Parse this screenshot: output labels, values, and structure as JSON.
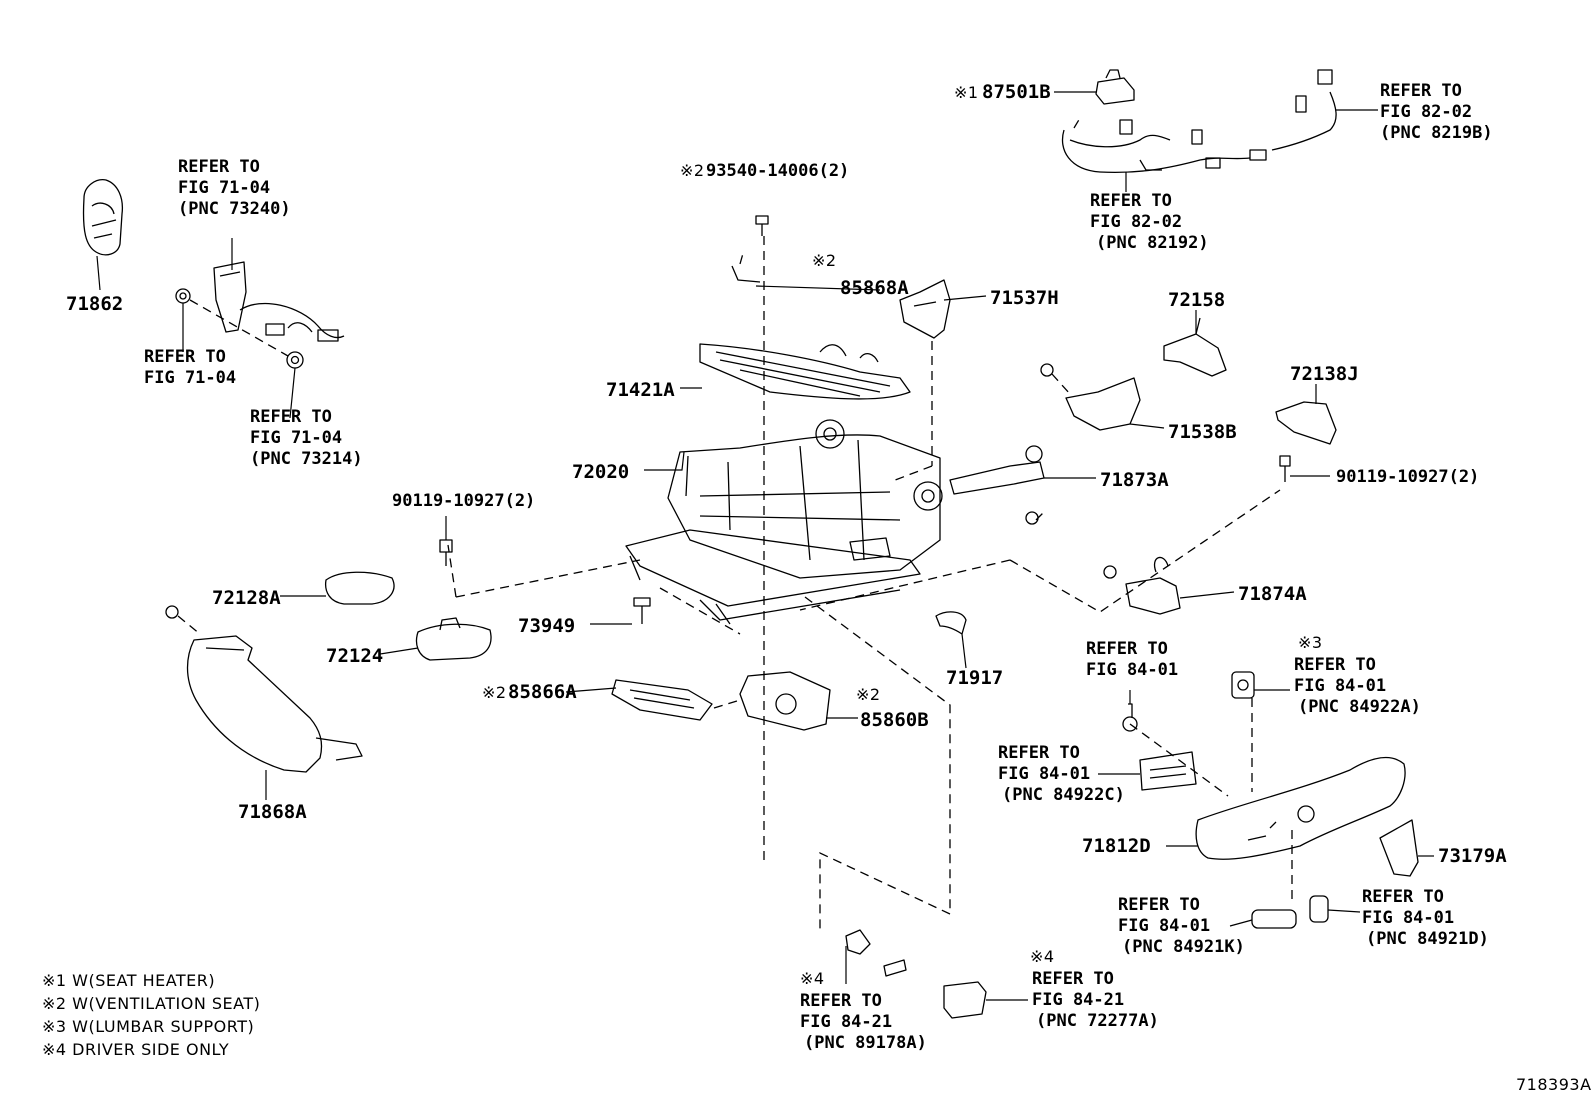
{
  "callouts": {
    "p71862": "71862",
    "p73240": [
      "REFER TO",
      "FIG 71-04",
      "(PNC 73240)"
    ],
    "p7104a": [
      "REFER TO",
      "FIG 71-04"
    ],
    "p73214": [
      "REFER TO",
      "FIG 71-04",
      "(PNC 73214)"
    ],
    "p93540": "93540-14006(2)",
    "p85868A": "85868A",
    "p71537H": "71537H",
    "p71421A": "71421A",
    "p72020": "72020",
    "p90119L": "90119-10927(2)",
    "p72128A": "72128A",
    "p72124": "72124",
    "p73949": "73949",
    "p85866A": "85866A",
    "p85860B": "85860B",
    "p71868A": "71868A",
    "p71917": "71917",
    "p87501B": "87501B",
    "p8219B": [
      "REFER TO",
      "FIG 82-02",
      "(PNC 8219B)"
    ],
    "p82192": [
      "REFER TO",
      "FIG 82-02",
      "(PNC 82192)"
    ],
    "p72158": "72158",
    "p72138J": "72138J",
    "p71538B": "71538B",
    "p71873A": "71873A",
    "p90119R": "90119-10927(2)",
    "p71874A": "71874A",
    "p8401": [
      "REFER TO",
      "FIG 84-01"
    ],
    "p84922A": [
      "REFER TO",
      "FIG 84-01",
      "(PNC 84922A)"
    ],
    "p84922C": [
      "REFER TO",
      "FIG 84-01",
      "(PNC 84922C)"
    ],
    "p71812D": "71812D",
    "p73179A": "73179A",
    "p84921K": [
      "REFER TO",
      "FIG 84-01",
      "(PNC 84921K)"
    ],
    "p84921D": [
      "REFER TO",
      "FIG 84-01",
      "(PNC 84921D)"
    ],
    "p89178A": [
      "REFER TO",
      "FIG 84-21",
      "(PNC 89178A)"
    ],
    "p72277A": [
      "REFER TO",
      "FIG 84-21",
      "(PNC 72277A)"
    ]
  },
  "marks": {
    "m1": "※1",
    "m2": "※2",
    "m3": "※3",
    "m4": "※4"
  },
  "notes": [
    "※1  W(SEAT  HEATER)",
    "※2  W(VENTILATION  SEAT)",
    "※3  W(LUMBAR  SUPPORT)",
    "※4  DRIVER  SIDE  ONLY"
  ],
  "diagram_id": "718393A"
}
